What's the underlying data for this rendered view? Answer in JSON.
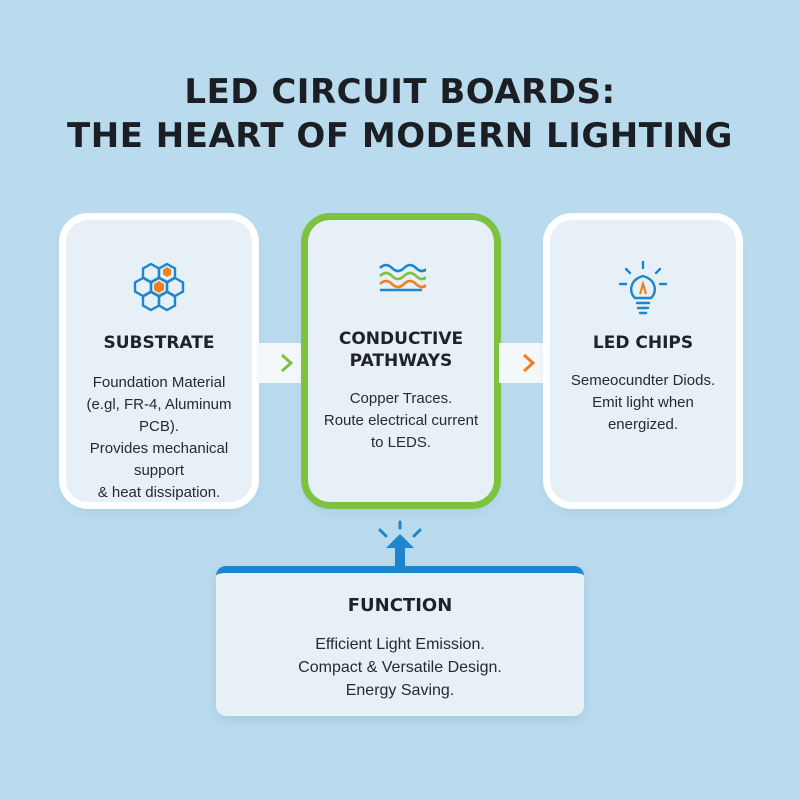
{
  "title": {
    "line1": "LED CIRCUIT BOARDS:",
    "line2": "THE HEART OF MODERN LIGHTING"
  },
  "cards": [
    {
      "heading": "SUBSTRATE",
      "icon": "hexagon-cluster-icon",
      "lines": [
        "Foundation Material",
        "(e.gl, FR-4, Aluminum PCB).",
        "Provides mechanical support",
        "& heat dissipation."
      ]
    },
    {
      "heading_line1": "CONDUCTIVE",
      "heading_line2": "PATHWAYS",
      "icon": "wavy-traces-icon",
      "lines": [
        "Copper Traces.",
        "Route electrical current",
        "to LEDS."
      ]
    },
    {
      "heading": "LED CHIPS",
      "icon": "light-bulb-icon",
      "lines": [
        "Semeocundter Diods.",
        "Emit light when",
        "energized."
      ]
    }
  ],
  "function": {
    "heading": "FUNCTION",
    "lines": [
      "Efficient Light Emission.",
      "Compact & Versatile Design.",
      "Energy Saving."
    ]
  },
  "colors": {
    "background": "#b9dbed",
    "accent_blue": "#1d86cf",
    "accent_green": "#7ec242",
    "accent_orange": "#f07f22"
  }
}
